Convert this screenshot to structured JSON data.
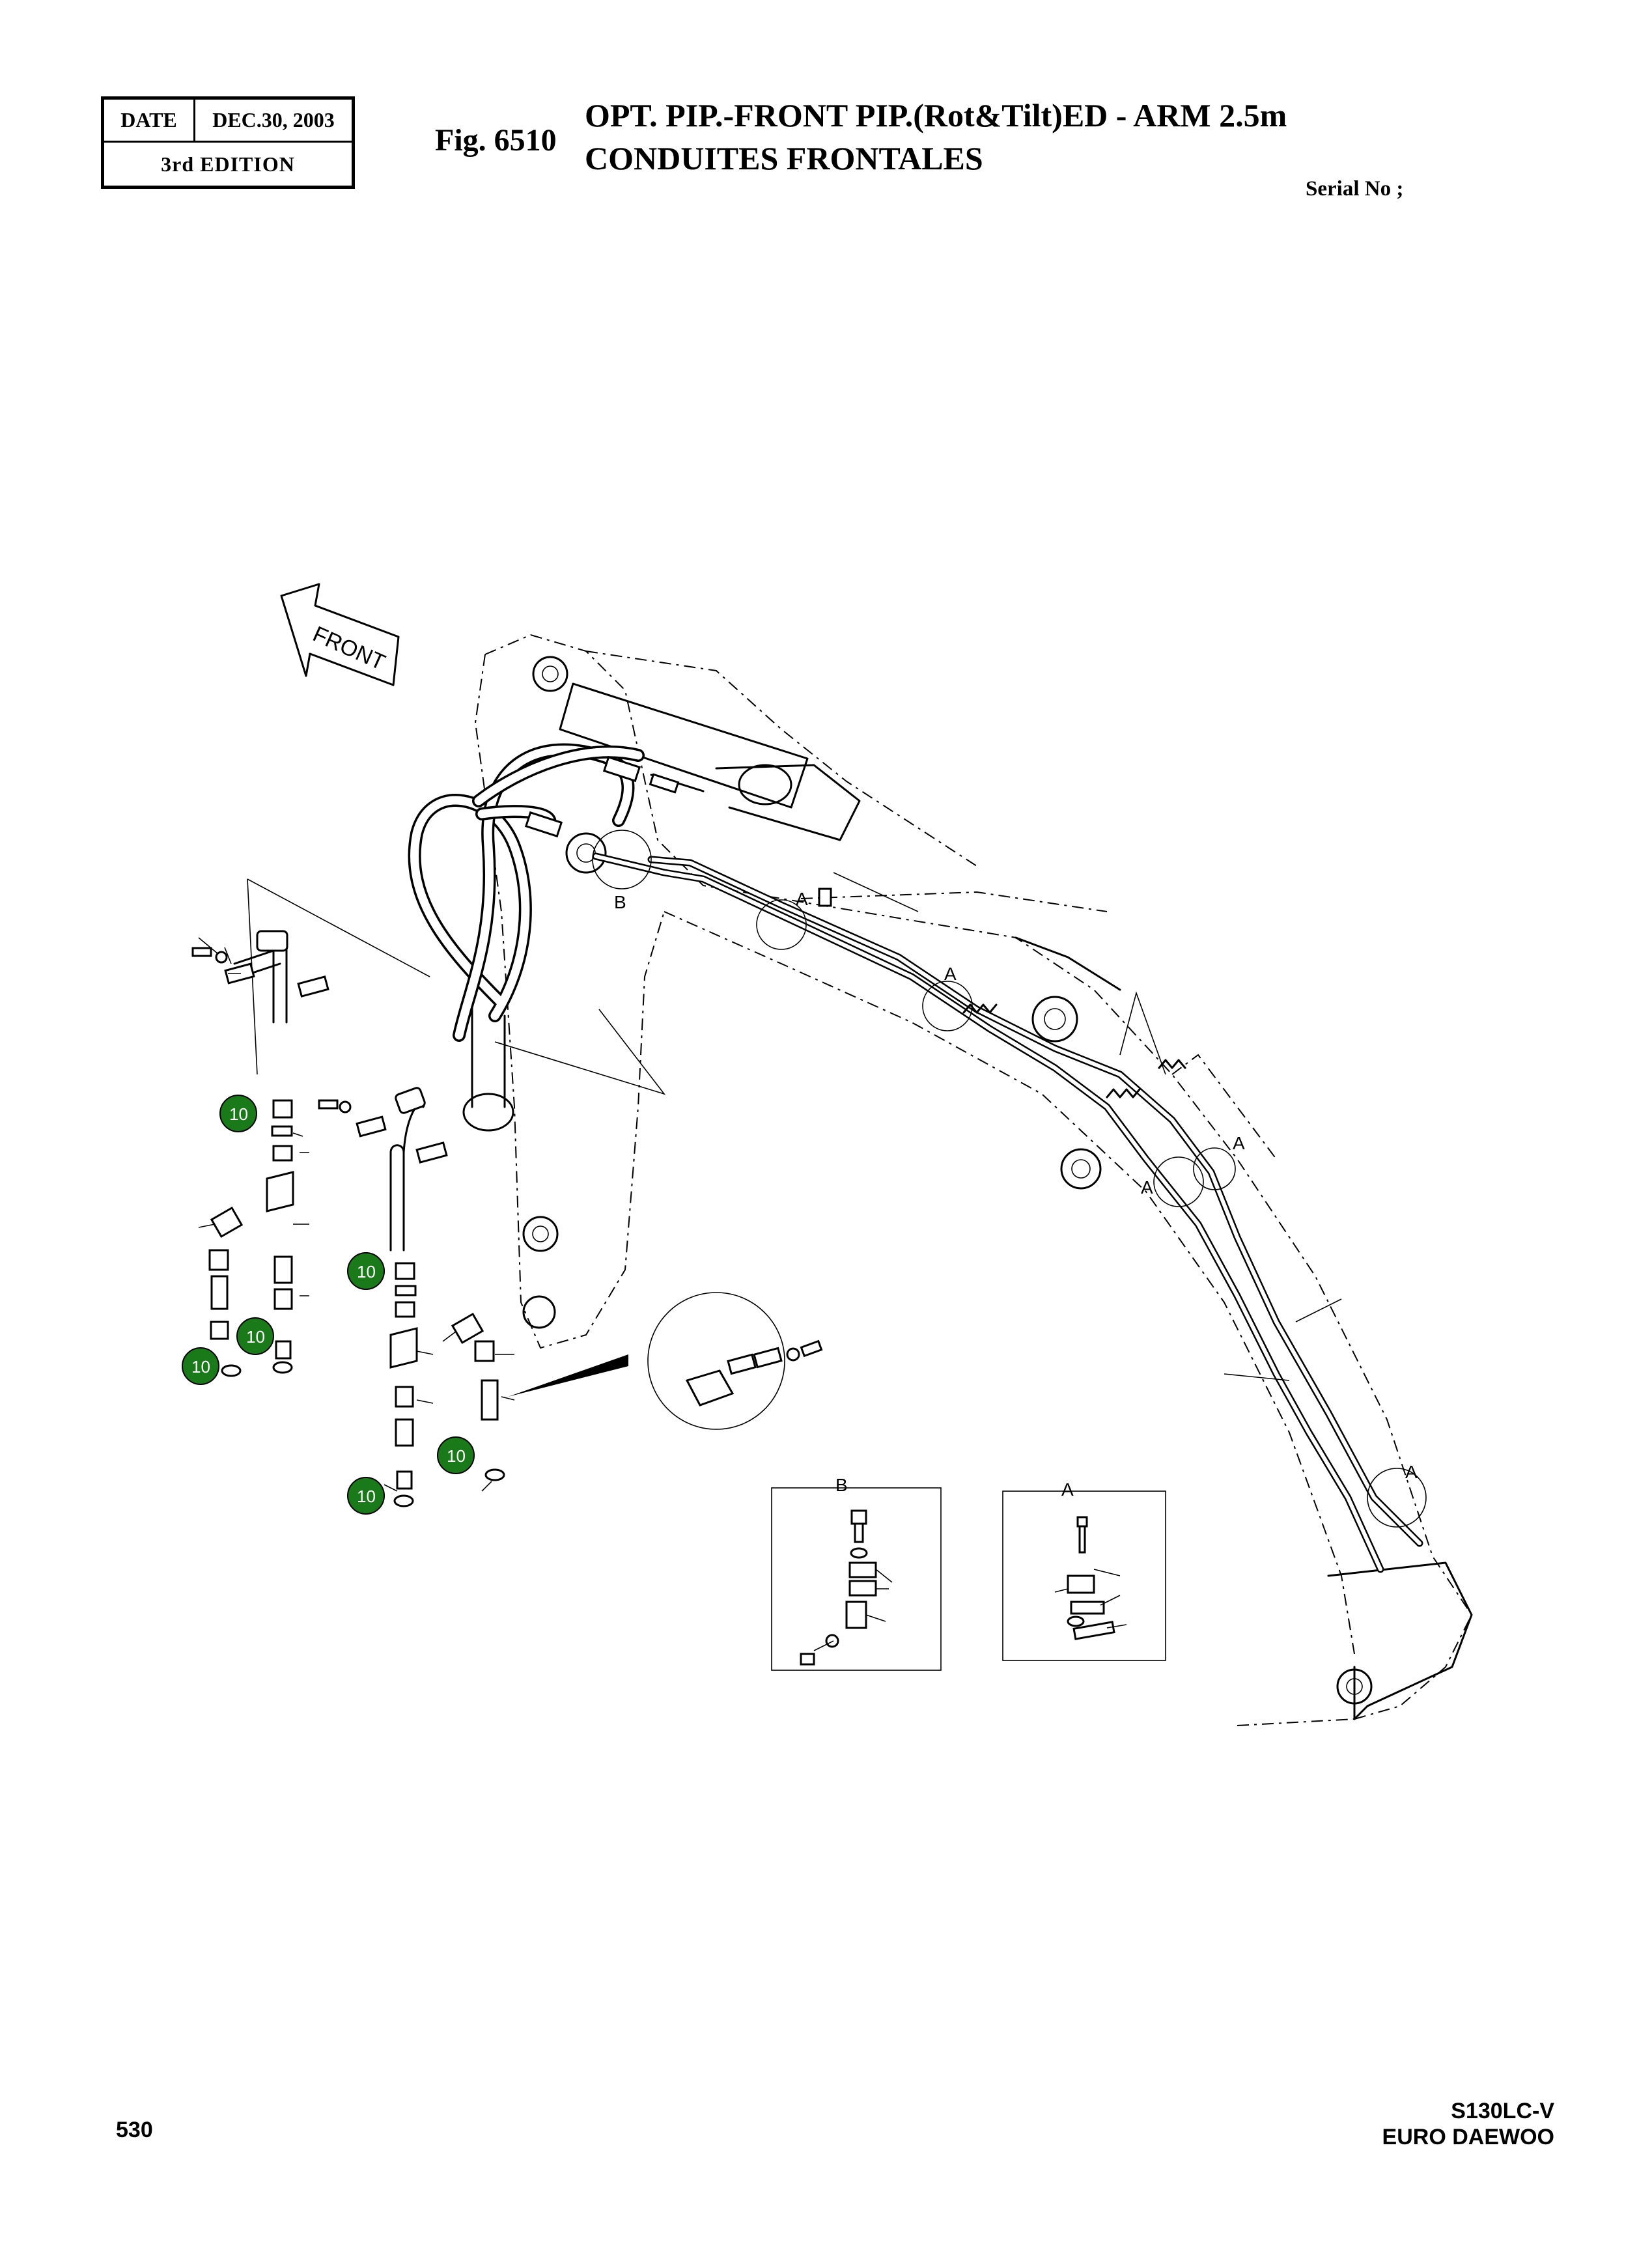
{
  "header": {
    "date_label": "DATE",
    "date_value": "DEC.30, 2003",
    "edition": "3rd  EDITION",
    "fig_label": "Fig. 6510",
    "title_line1": "OPT. PIP.-FRONT PIP.(Rot&Tilt)ED - ARM 2.5m",
    "title_line2": "CONDUITES FRONTALES",
    "serial": "Serial No ;"
  },
  "diagram": {
    "front_arrow_label": "FRONT",
    "detail_labels": [
      "A",
      "B"
    ],
    "callout_label": "10",
    "callout_color": "#1a7a1a"
  },
  "footer": {
    "page_number": "530",
    "model": "S130LC-V",
    "brand": "EURO DAEWOO"
  }
}
